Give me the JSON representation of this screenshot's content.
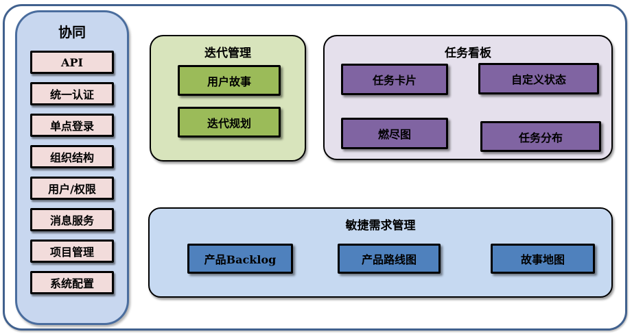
{
  "colors": {
    "frame_border": "#41618e",
    "sidebar_fill": "#c8d7ef",
    "sidebar_border": "#4a6d9e",
    "pink_item_fill": "#f2dcdb",
    "green_panel_fill": "#d8e4bc",
    "green_item_fill": "#9bbb59",
    "purple_panel_fill": "#e5e0ec",
    "purple_item_fill": "#8064a2",
    "blue_panel_fill": "#c6d9f1",
    "blue_item_fill": "#4f81bd",
    "item_border": "#000000"
  },
  "sidebar": {
    "title": "协同",
    "items": [
      "API",
      "统一认证",
      "单点登录",
      "组织结构",
      "用户/权限",
      "消息服务",
      "项目管理",
      "系统配置"
    ]
  },
  "iteration_panel": {
    "title": "迭代管理",
    "items": [
      "用户故事",
      "迭代规划"
    ]
  },
  "kanban_panel": {
    "title": "任务看板",
    "items": [
      "任务卡片",
      "自定义状态",
      "燃尽图",
      "任务分布"
    ]
  },
  "agile_panel": {
    "title": "敏捷需求管理",
    "items": [
      "产品Backlog",
      "产品路线图",
      "故事地图"
    ]
  }
}
